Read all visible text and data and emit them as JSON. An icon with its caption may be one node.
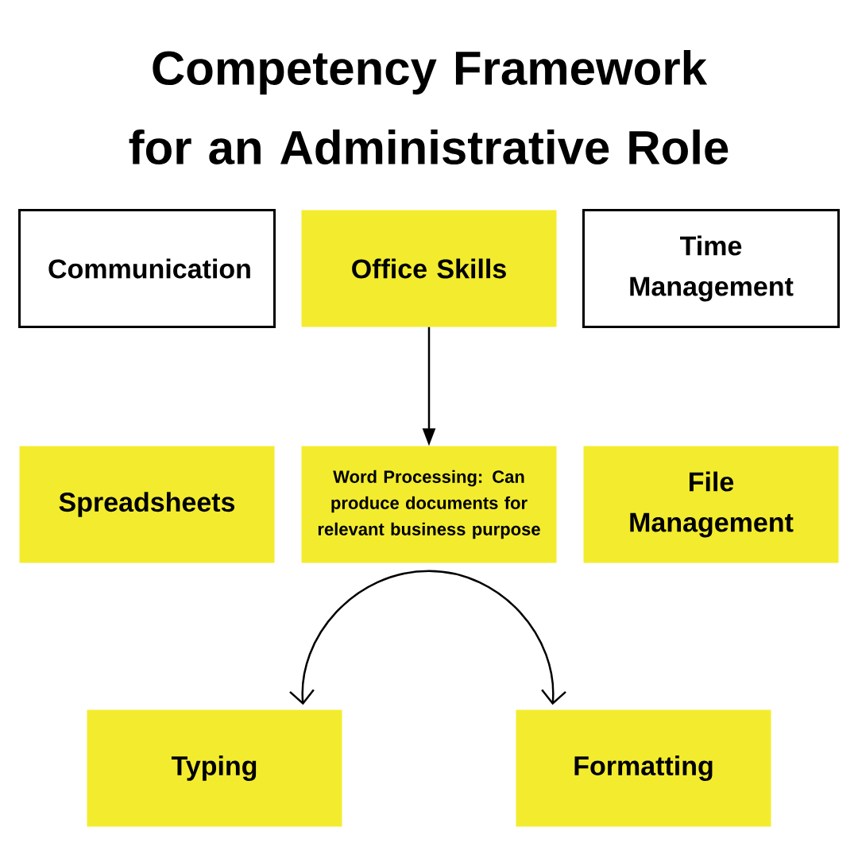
{
  "diagram": {
    "title": "Competency Framework for an Administrative Role",
    "nodes": [
      {
        "text": [
          "Communication"
        ]
      },
      {
        "text": [
          "Office Skills"
        ]
      },
      {
        "text": [
          "Time Management"
        ]
      },
      {
        "text": [
          "Spreadsheets"
        ]
      },
      {
        "text": [
          "Word Processing: Can produce documents for relevant business purpose"
        ]
      },
      {
        "text": [
          "File Management"
        ]
      },
      {
        "text": [
          "Typing"
        ]
      },
      {
        "text": [
          "Formatting"
        ]
      }
    ],
    "edges": [
      {
        "from": 1,
        "to": 4,
        "arrow": "to"
      },
      {
        "from": 4,
        "to": 6,
        "arrow": "to"
      },
      {
        "from": 4,
        "to": 7,
        "arrow": "to"
      }
    ]
  }
}
